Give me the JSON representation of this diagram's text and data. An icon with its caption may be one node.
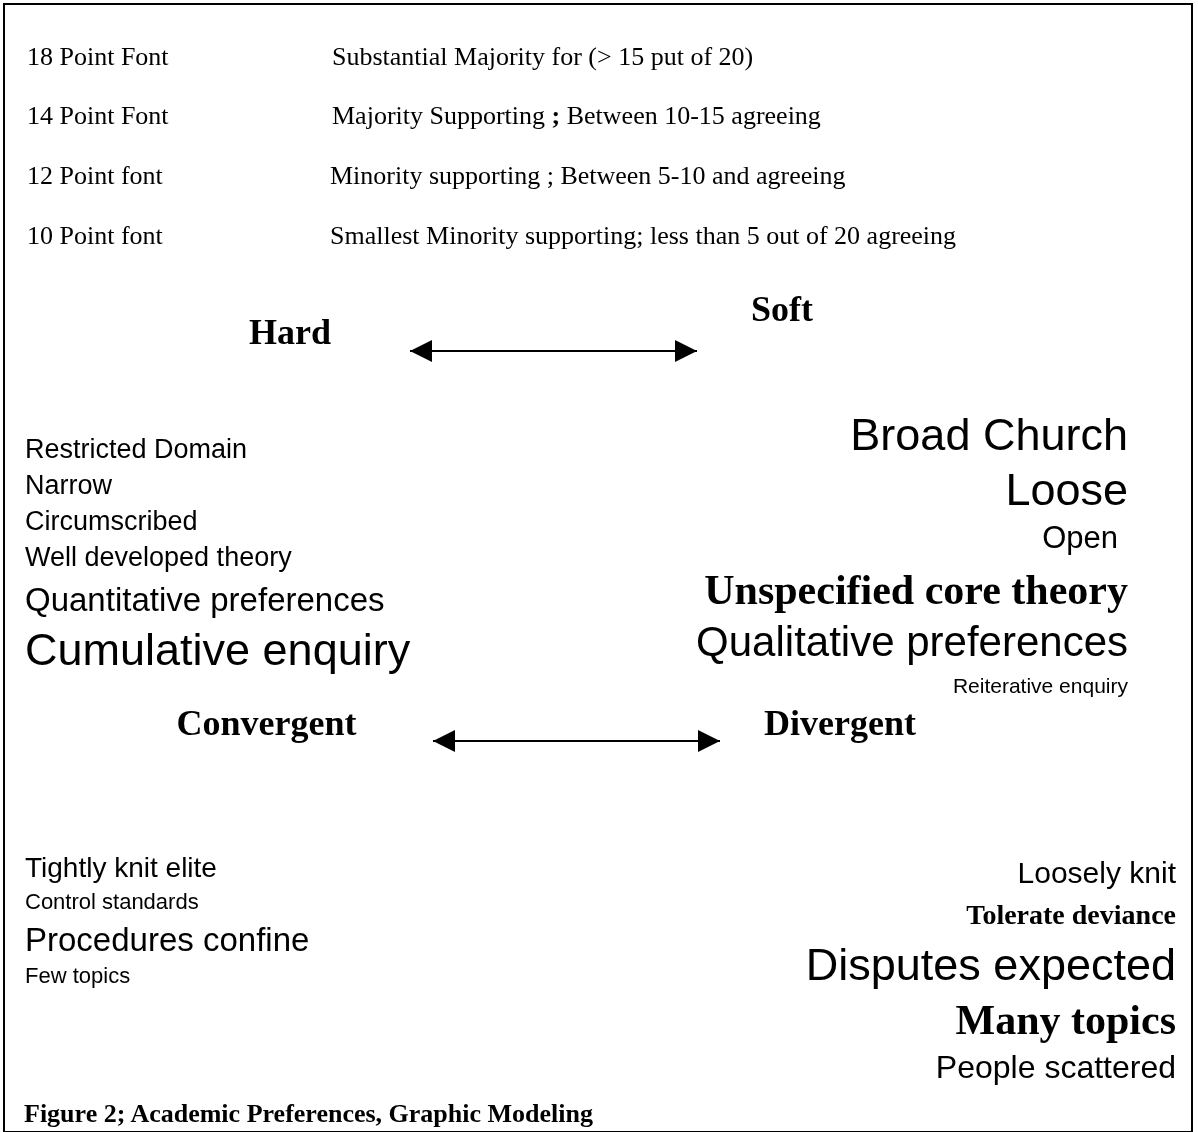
{
  "diagram": {
    "caption": "Figure 2; Academic Preferences, Graphic Modeling",
    "nodes": [
      {
        "text": [
          "Hard"
        ]
      },
      {
        "text": [
          "Soft"
        ]
      },
      {
        "text": [
          "Convergent"
        ]
      },
      {
        "text": [
          "Divergent"
        ]
      }
    ],
    "edges": [
      {
        "from": 0,
        "to": 1,
        "arrow": "both"
      },
      {
        "from": 2,
        "to": 3,
        "arrow": "both"
      }
    ],
    "labels": [
      "18 Point Font",
      "Substantial Majority for (> 15 put of 20)",
      "14 Point Font",
      "Majority Supporting **;** Between 10-15 agreeing",
      "12 Point font",
      "Minority supporting ; Between 5-10 and agreeing",
      "10 Point font",
      "Smallest Minority supporting; less than 5 out of 20 agreeing",
      "Restricted Domain",
      "Narrow",
      "Circumscribed",
      "Well developed theory",
      "Quantitative preferences",
      "Cumulative enquiry",
      "Broad Church",
      "Loose",
      "Open",
      "Unspecified core theory",
      "Qualitative preferences",
      "Reiterative enquiry",
      "Tightly knit elite",
      "Control standards",
      "Procedures confine",
      "Few topics",
      "Loosely knit",
      "Tolerate deviance",
      "Disputes expected",
      "Many topics",
      "People scattered"
    ]
  }
}
